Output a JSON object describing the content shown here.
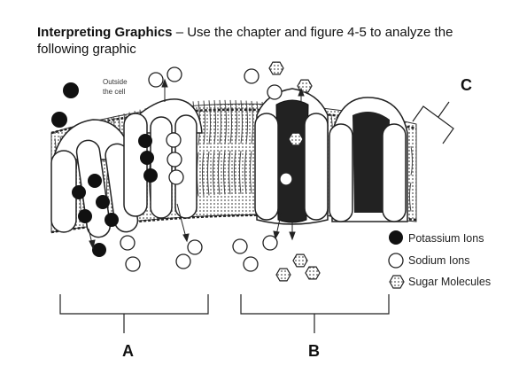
{
  "instructions": {
    "title": "Interpreting Graphics",
    "dash": " – ",
    "text": "Use the chapter and figure 4-5 to analyze the following graphic"
  },
  "figure": {
    "outside_label_line1": "Outside",
    "outside_label_line2": "the cell",
    "label_a": "A",
    "label_b": "B",
    "label_c": "C"
  },
  "legend": {
    "items": [
      {
        "label": "Potassium Ions",
        "symbol": "filled-circle"
      },
      {
        "label": "Sodium Ions",
        "symbol": "open-circle"
      },
      {
        "label": "Sugar Molecules",
        "symbol": "hexagon"
      }
    ]
  },
  "colors": {
    "ink": "#111111",
    "membrane_shade": "#9a9a9a",
    "protein_fill": "#ffffff"
  }
}
